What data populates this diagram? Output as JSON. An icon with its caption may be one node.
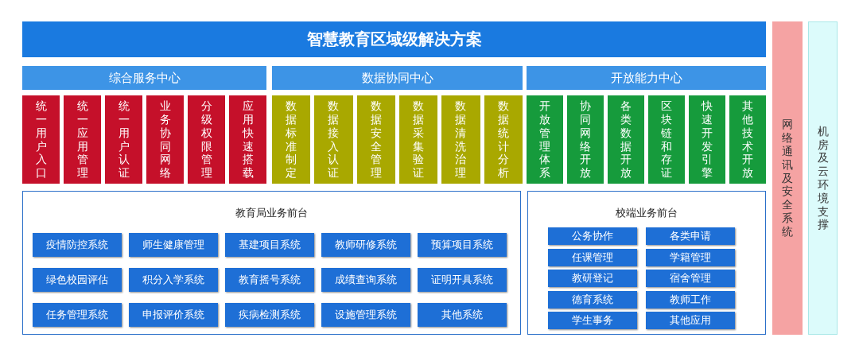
{
  "diagram": {
    "nodes": [
      {
        "text": [
          "智慧教育区域级解决方案"
        ]
      },
      {
        "text": [
          "综合服务中心"
        ]
      },
      {
        "text": [
          "统一用户入口"
        ]
      },
      {
        "text": [
          "统一应用管理"
        ]
      },
      {
        "text": [
          "统一用户认证"
        ]
      },
      {
        "text": [
          "业务协同网络"
        ]
      },
      {
        "text": [
          "分级权限管理"
        ]
      },
      {
        "text": [
          "应用快速搭载"
        ]
      },
      {
        "text": [
          "数据协同中心"
        ]
      },
      {
        "text": [
          "数据标准制定"
        ]
      },
      {
        "text": [
          "数据接入认证"
        ]
      },
      {
        "text": [
          "数据安全管理"
        ]
      },
      {
        "text": [
          "数据采集验证"
        ]
      },
      {
        "text": [
          "数据清洗治理"
        ]
      },
      {
        "text": [
          "数据统计分析"
        ]
      },
      {
        "text": [
          "开放能力中心"
        ]
      },
      {
        "text": [
          "开放管理体系"
        ]
      },
      {
        "text": [
          "协同网络开放"
        ]
      },
      {
        "text": [
          "各类数据开放"
        ]
      },
      {
        "text": [
          "区块链和存证"
        ]
      },
      {
        "text": [
          "快速开发引擎"
        ]
      },
      {
        "text": [
          "其他技术开放"
        ]
      },
      {
        "text": [
          "教育局业务前台"
        ]
      },
      {
        "text": [
          "疫情防控系统"
        ],
        "in": 22
      },
      {
        "text": [
          "师生健康管理"
        ],
        "in": 22
      },
      {
        "text": [
          "基建项目系统"
        ],
        "in": 22
      },
      {
        "text": [
          "教师研修系统"
        ],
        "in": 22
      },
      {
        "text": [
          "预算项目系统"
        ],
        "in": 22
      },
      {
        "text": [
          "绿色校园评估"
        ],
        "in": 22
      },
      {
        "text": [
          "积分入学系统"
        ],
        "in": 22
      },
      {
        "text": [
          "教育摇号系统"
        ],
        "in": 22
      },
      {
        "text": [
          "成绩查询系统"
        ],
        "in": 22
      },
      {
        "text": [
          "证明开具系统"
        ],
        "in": 22
      },
      {
        "text": [
          "任务管理系统"
        ],
        "in": 22
      },
      {
        "text": [
          "申报评价系统"
        ],
        "in": 22
      },
      {
        "text": [
          "疾病检测系统"
        ],
        "in": 22
      },
      {
        "text": [
          "设施管理系统"
        ],
        "in": 22
      },
      {
        "text": [
          "其他系统"
        ],
        "in": 22
      },
      {
        "text": [
          "校端业务前台"
        ]
      },
      {
        "text": [
          "公务协作"
        ],
        "in": 38
      },
      {
        "text": [
          "各类申请"
        ],
        "in": 38
      },
      {
        "text": [
          "任课管理"
        ],
        "in": 38
      },
      {
        "text": [
          "学籍管理"
        ],
        "in": 38
      },
      {
        "text": [
          "教研登记"
        ],
        "in": 38
      },
      {
        "text": [
          "宿舍管理"
        ],
        "in": 38
      },
      {
        "text": [
          "德育系统"
        ],
        "in": 38
      },
      {
        "text": [
          "教师工作"
        ],
        "in": 38
      },
      {
        "text": [
          "学生事务"
        ],
        "in": 38
      },
      {
        "text": [
          "其他应用"
        ],
        "in": 38
      },
      {
        "text": [
          "网络通讯及安全系统"
        ]
      },
      {
        "text": [
          "机房及云环境支撑"
        ]
      }
    ]
  }
}
